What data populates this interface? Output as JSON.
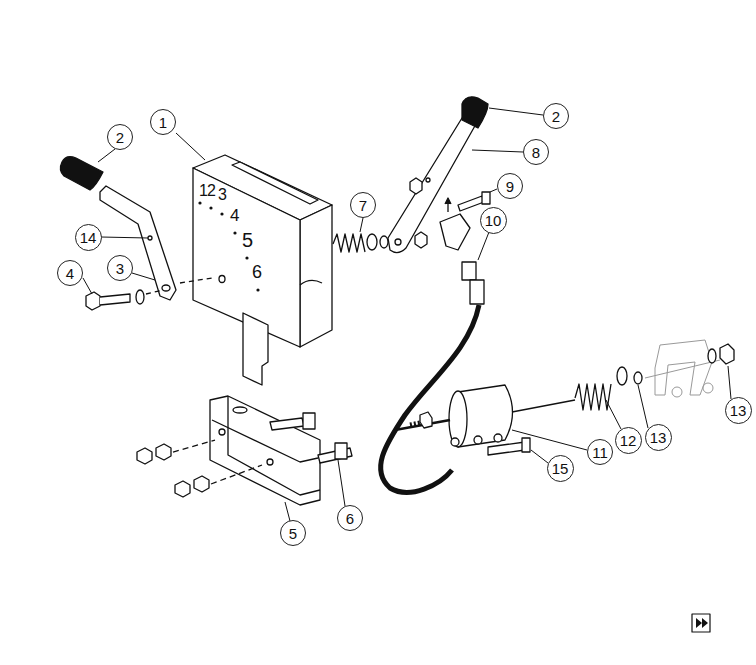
{
  "diagram": {
    "nodes": [
      {
        "text": [
          "2"
        ]
      },
      {
        "text": [
          "1"
        ]
      },
      {
        "text": [
          "2"
        ]
      },
      {
        "text": [
          "8"
        ]
      },
      {
        "text": [
          "9"
        ]
      },
      {
        "text": [
          "7"
        ]
      },
      {
        "text": [
          "10"
        ]
      },
      {
        "text": [
          "14"
        ]
      },
      {
        "text": [
          "3"
        ]
      },
      {
        "text": [
          "4"
        ]
      },
      {
        "text": [
          "13"
        ]
      },
      {
        "text": [
          "13"
        ]
      },
      {
        "text": [
          "12"
        ]
      },
      {
        "text": [
          "11"
        ]
      },
      {
        "text": [
          "15"
        ]
      },
      {
        "text": [
          "6"
        ]
      },
      {
        "text": [
          "5"
        ]
      }
    ],
    "labels": [
      "1",
      "2",
      "3",
      "4",
      "5",
      "6"
    ]
  }
}
